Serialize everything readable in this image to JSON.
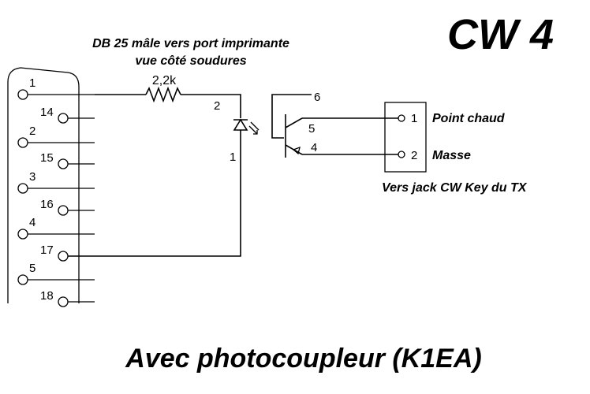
{
  "title": "CW 4",
  "connector": {
    "caption_line1": "DB 25 mâle vers port imprimante",
    "caption_line2": "vue côté soudures",
    "pins_top_row": [
      "1",
      "2",
      "3",
      "4",
      "5"
    ],
    "pins_bottom_row": [
      "14",
      "15",
      "16",
      "17",
      "18"
    ]
  },
  "resistor": {
    "label": "2,2k"
  },
  "optocoupler": {
    "pin_labels": [
      "1",
      "2",
      "4",
      "5",
      "6"
    ]
  },
  "jack": {
    "pin1": "1",
    "pin1_label": "Point chaud",
    "pin2": "2",
    "pin2_label": "Masse",
    "caption": "Vers jack CW Key du TX"
  },
  "footer": "Avec photocoupleur (K1EA)"
}
